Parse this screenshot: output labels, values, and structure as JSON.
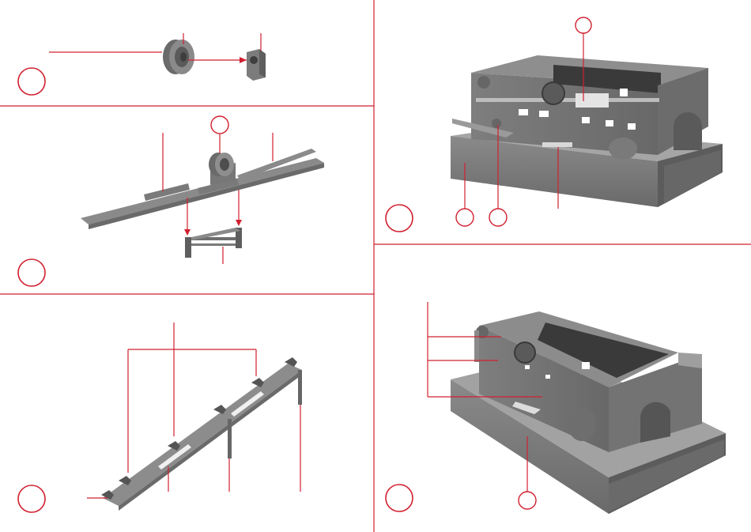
{
  "colors": {
    "accent": "#d1202f",
    "part_dark": "#555555",
    "part_mid": "#7a7a7a",
    "part_light": "#9a9a9a",
    "background": "#ffffff"
  },
  "steps": [
    {
      "id": "step-1",
      "label": ""
    },
    {
      "id": "step-2",
      "label": ""
    },
    {
      "id": "step-3",
      "label": ""
    },
    {
      "id": "step-4",
      "label": ""
    },
    {
      "id": "step-5",
      "label": ""
    }
  ]
}
